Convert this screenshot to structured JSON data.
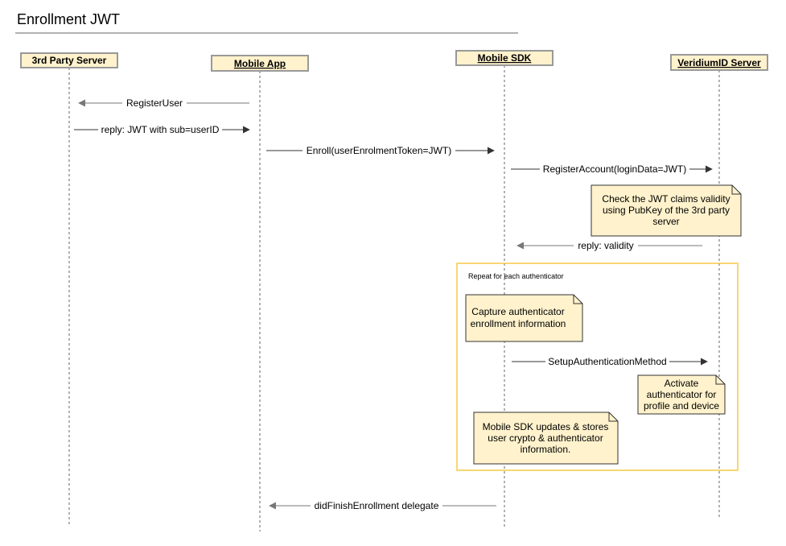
{
  "title": "Enrollment JWT",
  "colors": {
    "actor_fill": "#fff2cc",
    "actor_stroke": "#999999",
    "note_fill": "#fff2cc",
    "note_stroke": "#333333",
    "frame_stroke": "#f5c842",
    "arrow_dark": "#333333",
    "arrow_gray": "#777777",
    "lifeline": "#666666"
  },
  "actors": [
    {
      "id": "third_party",
      "label": "3rd Party Server",
      "underline": false
    },
    {
      "id": "mobile_app",
      "label": "Mobile App",
      "underline": true
    },
    {
      "id": "mobile_sdk",
      "label": "Mobile SDK",
      "underline": true
    },
    {
      "id": "veridium",
      "label": "VeridiumID Server",
      "underline": true
    }
  ],
  "messages": [
    {
      "label": "RegisterUser",
      "from": "mobile_app",
      "to": "third_party",
      "style": "gray"
    },
    {
      "label": "reply: JWT with sub=userID",
      "from": "third_party",
      "to": "mobile_app",
      "style": "dark"
    },
    {
      "label": "Enroll(userEnrolmentToken=JWT)",
      "from": "mobile_app",
      "to": "mobile_sdk",
      "style": "dark"
    },
    {
      "label": "RegisterAccount(loginData=JWT)",
      "from": "mobile_sdk",
      "to": "veridium",
      "style": "dark"
    },
    {
      "label": "reply: validity",
      "from": "veridium",
      "to": "mobile_sdk",
      "style": "gray"
    },
    {
      "label": "SetupAuthenticationMethod",
      "from": "mobile_sdk",
      "to": "veridium",
      "style": "dark"
    },
    {
      "label": "didFinishEnrollment delegate",
      "from": "mobile_sdk",
      "to": "mobile_app",
      "style": "gray"
    }
  ],
  "notes": [
    {
      "id": "jwt_check",
      "lines": [
        "Check the JWT claims validity",
        "using PubKey of the 3rd party",
        "server"
      ]
    },
    {
      "id": "capture",
      "lines": [
        "Capture authenticator",
        "enrollment information"
      ]
    },
    {
      "id": "activate",
      "lines": [
        "Activate",
        "authenticator for",
        "profile and device"
      ]
    },
    {
      "id": "sdk_updates",
      "lines": [
        "Mobile SDK updates & stores",
        "user crypto & authenticator",
        "information."
      ]
    }
  ],
  "frame": {
    "label": "Repeat for each authenticator"
  }
}
